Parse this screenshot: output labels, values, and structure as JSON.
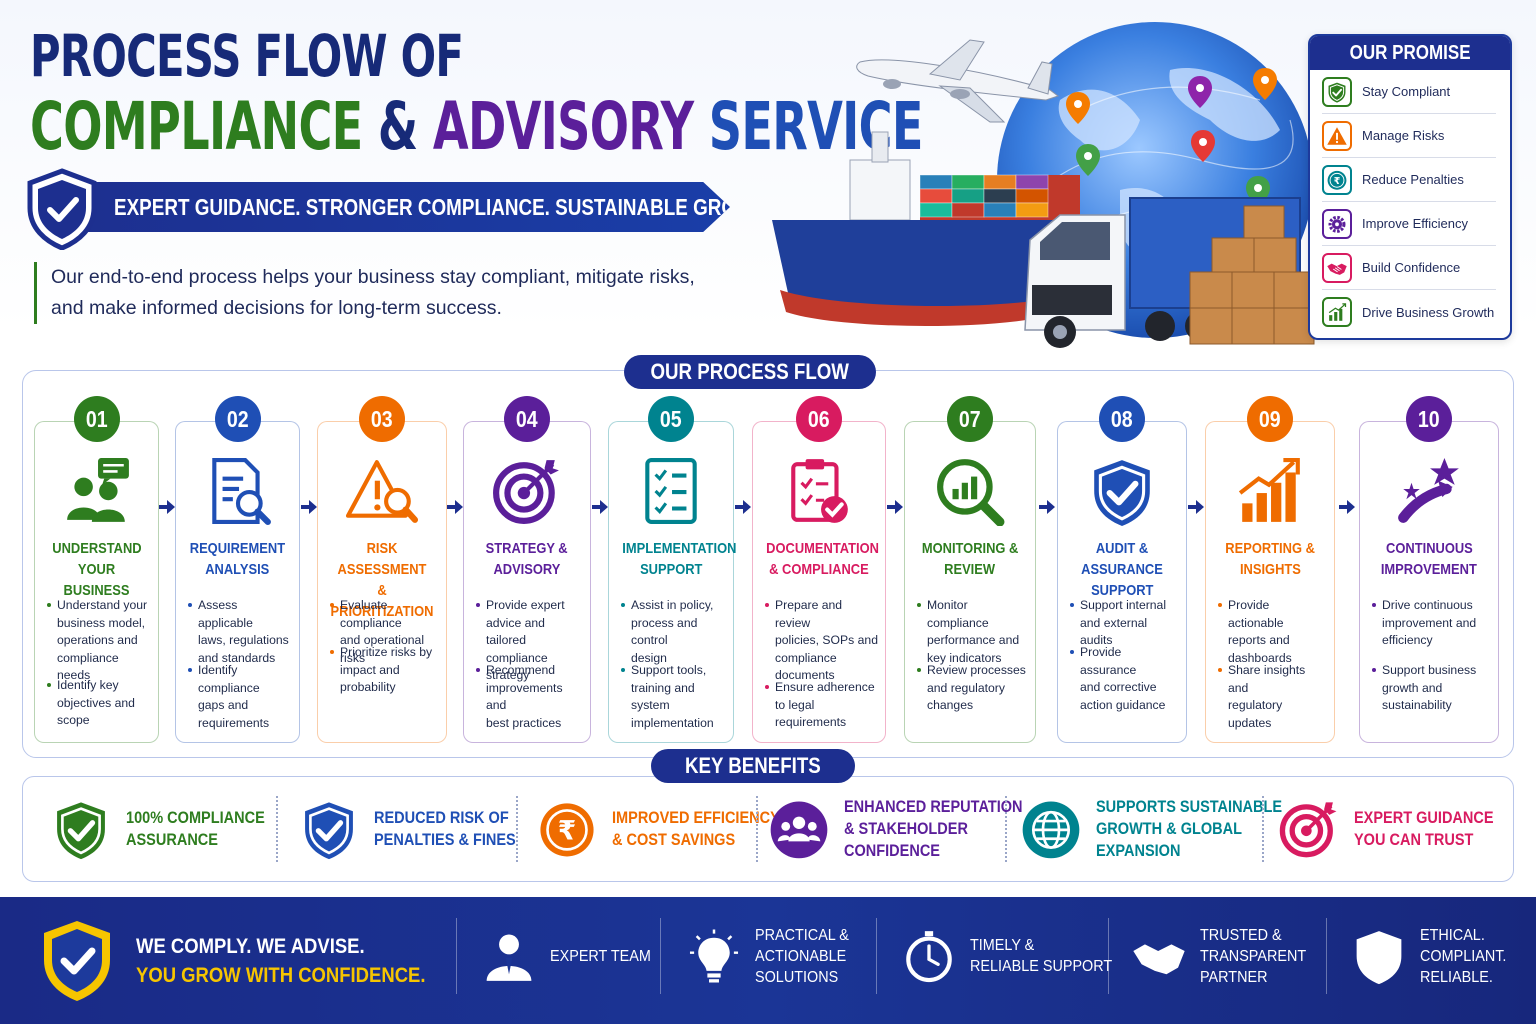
{
  "header": {
    "title_line1": "PROCESS FLOW OF",
    "title_word1": "COMPLIANCE",
    "title_amp": " & ",
    "title_word2": "ADVISORY",
    "title_word3": " SERVICE",
    "tagline": "EXPERT GUIDANCE. STRONGER COMPLIANCE. SUSTAINABLE GROWTH.",
    "intro_line1": "Our end-to-end process helps your business stay compliant, mitigate risks,",
    "intro_line2": "and make informed decisions for long-term success."
  },
  "promise": {
    "title": "OUR PROMISE",
    "items": [
      {
        "label": "Stay Compliant",
        "icon": "shield-check-icon",
        "color": "#2e7d1f"
      },
      {
        "label": "Manage Risks",
        "icon": "warning-icon",
        "color": "#ef6c00"
      },
      {
        "label": "Reduce Penalties",
        "icon": "rupee-icon",
        "color": "#00838f"
      },
      {
        "label": "Improve Efficiency",
        "icon": "gear-icon",
        "color": "#5b1f9a"
      },
      {
        "label": "Build Confidence",
        "icon": "handshake-icon",
        "color": "#d81b60"
      },
      {
        "label": "Drive Business Growth",
        "icon": "growth-chart-icon",
        "color": "#2e7d1f"
      }
    ]
  },
  "process": {
    "title": "OUR PROCESS FLOW",
    "steps": [
      {
        "num": "01",
        "title1": "UNDERSTAND",
        "title2": "YOUR BUSINESS",
        "color": "#2e7d1f",
        "icon": "people-chat-icon",
        "bullets": [
          [
            "Understand your",
            "business model,",
            "operations and",
            "compliance needs"
          ],
          [
            "Identify key",
            "objectives and scope"
          ]
        ]
      },
      {
        "num": "02",
        "title1": "REQUIREMENT",
        "title2": "ANALYSIS",
        "color": "#1f4fb5",
        "icon": "document-search-icon",
        "bullets": [
          [
            "Assess applicable",
            "laws, regulations",
            "and standards"
          ],
          [
            "Identify compliance",
            "gaps and",
            "requirements"
          ]
        ]
      },
      {
        "num": "03",
        "title1": "RISK ASSESSMENT",
        "title2": "& PRIORITIZATION",
        "color": "#ef6c00",
        "icon": "risk-search-icon",
        "bullets": [
          [
            "Evaluate compliance",
            "and operational risks"
          ],
          [
            "Prioritize risks by",
            "impact and",
            "probability"
          ]
        ]
      },
      {
        "num": "04",
        "title1": "STRATEGY &",
        "title2": "ADVISORY",
        "color": "#5b1f9a",
        "icon": "target-icon",
        "bullets": [
          [
            "Provide expert",
            "advice and tailored",
            "compliance strategy"
          ],
          [
            "Recommend",
            "improvements and",
            "best practices"
          ]
        ]
      },
      {
        "num": "05",
        "title1": "IMPLEMENTATION",
        "title2": "SUPPORT",
        "color": "#00838f",
        "icon": "checklist-icon",
        "bullets": [
          [
            "Assist in policy,",
            "process and control",
            "design"
          ],
          [
            "Support tools,",
            "training and system",
            "implementation"
          ]
        ]
      },
      {
        "num": "06",
        "title1": "DOCUMENTATION",
        "title2": "& COMPLIANCE",
        "color": "#d81b60",
        "icon": "clipboard-check-icon",
        "bullets": [
          [
            "Prepare and review",
            "policies, SOPs and",
            "compliance",
            "documents"
          ],
          [
            "Ensure adherence",
            "to legal requirements"
          ]
        ]
      },
      {
        "num": "07",
        "title1": "MONITORING &",
        "title2": "REVIEW",
        "color": "#2e7d1f",
        "icon": "magnifier-chart-icon",
        "bullets": [
          [
            "Monitor compliance",
            "performance and",
            "key indicators"
          ],
          [
            "Review processes",
            "and regulatory",
            "changes"
          ]
        ]
      },
      {
        "num": "08",
        "title1": "AUDIT & ASSURANCE",
        "title2": "SUPPORT",
        "color": "#1f4fb5",
        "icon": "shield-check-icon",
        "bullets": [
          [
            "Support internal",
            "and external audits"
          ],
          [
            "Provide assurance",
            "and corrective",
            "action guidance"
          ]
        ]
      },
      {
        "num": "09",
        "title1": "REPORTING &",
        "title2": "INSIGHTS",
        "color": "#ef6c00",
        "icon": "bar-chart-growth-icon",
        "bullets": [
          [
            "Provide actionable",
            "reports and",
            "dashboards"
          ],
          [
            "Share insights and",
            "regulatory updates"
          ]
        ]
      },
      {
        "num": "10",
        "title1": "CONTINUOUS",
        "title2": "IMPROVEMENT",
        "color": "#5b1f9a",
        "icon": "star-arrow-icon",
        "bullets": [
          [
            "Drive continuous",
            "improvement and",
            "efficiency"
          ],
          [
            "Support business",
            "growth and",
            "sustainability"
          ]
        ]
      }
    ]
  },
  "benefits": {
    "title": "KEY BENEFITS",
    "items": [
      {
        "lines": [
          "100% COMPLIANCE",
          "ASSURANCE"
        ],
        "color": "#2e7d1f",
        "icon": "shield-check-icon"
      },
      {
        "lines": [
          "REDUCED RISK OF",
          "PENALTIES & FINES"
        ],
        "color": "#1f4fb5",
        "icon": "shield-check-icon"
      },
      {
        "lines": [
          "IMPROVED EFFICIENCY",
          "& COST SAVINGS"
        ],
        "color": "#ef6c00",
        "icon": "rupee-icon"
      },
      {
        "lines": [
          "ENHANCED REPUTATION",
          "& STAKEHOLDER",
          "CONFIDENCE"
        ],
        "color": "#5b1f9a",
        "icon": "people-icon"
      },
      {
        "lines": [
          "SUPPORTS SUSTAINABLE",
          "GROWTH & GLOBAL",
          "EXPANSION"
        ],
        "color": "#00838f",
        "icon": "globe-icon"
      },
      {
        "lines": [
          "EXPERT GUIDANCE",
          "YOU CAN TRUST"
        ],
        "color": "#d81b60",
        "icon": "target-icon"
      }
    ]
  },
  "footer": {
    "slogan1": "WE COMPLY. WE ADVISE.",
    "slogan2": "YOU GROW WITH CONFIDENCE.",
    "accent": "#f6c500",
    "items": [
      {
        "lines": [
          "EXPERT TEAM"
        ],
        "icon": "expert-person-icon"
      },
      {
        "lines": [
          "PRACTICAL &",
          "ACTIONABLE",
          "SOLUTIONS"
        ],
        "icon": "lightbulb-icon"
      },
      {
        "lines": [
          "TIMELY &",
          "RELIABLE SUPPORT"
        ],
        "icon": "stopwatch-icon"
      },
      {
        "lines": [
          "TRUSTED &",
          "TRANSPARENT",
          "PARTNER"
        ],
        "icon": "handshake-icon"
      },
      {
        "lines": [
          "ETHICAL.",
          "COMPLIANT.",
          "RELIABLE."
        ],
        "icon": "shield-check-icon"
      }
    ]
  }
}
